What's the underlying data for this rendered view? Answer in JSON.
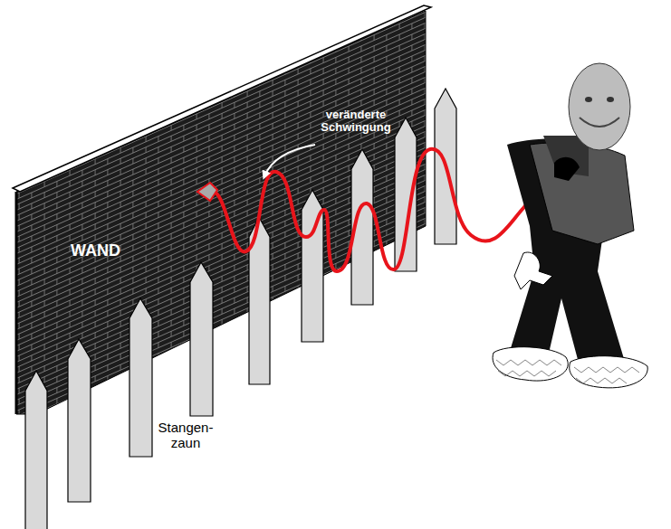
{
  "diagram": {
    "labels": [
      "veränderte Schwingung",
      "WAND",
      "Stangen- zaun"
    ]
  }
}
